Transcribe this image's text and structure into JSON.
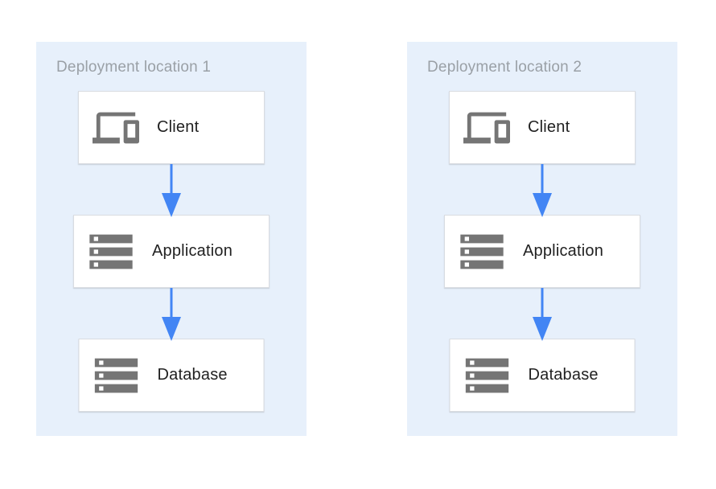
{
  "diagram": {
    "colors": {
      "panel_background": "#e7f0fb",
      "arrow": "#4285f4",
      "node_border": "#d9dce1",
      "title_text": "#9aa0a6",
      "label_text": "#212121",
      "icon": "#757575"
    },
    "locations": [
      {
        "title": "Deployment location 1",
        "nodes": [
          {
            "label": "Client",
            "icon": "devices-icon"
          },
          {
            "label": "Application",
            "icon": "storage-icon"
          },
          {
            "label": "Database",
            "icon": "storage-icon"
          }
        ]
      },
      {
        "title": "Deployment location 2",
        "nodes": [
          {
            "label": "Client",
            "icon": "devices-icon"
          },
          {
            "label": "Application",
            "icon": "storage-icon"
          },
          {
            "label": "Database",
            "icon": "storage-icon"
          }
        ]
      }
    ]
  }
}
